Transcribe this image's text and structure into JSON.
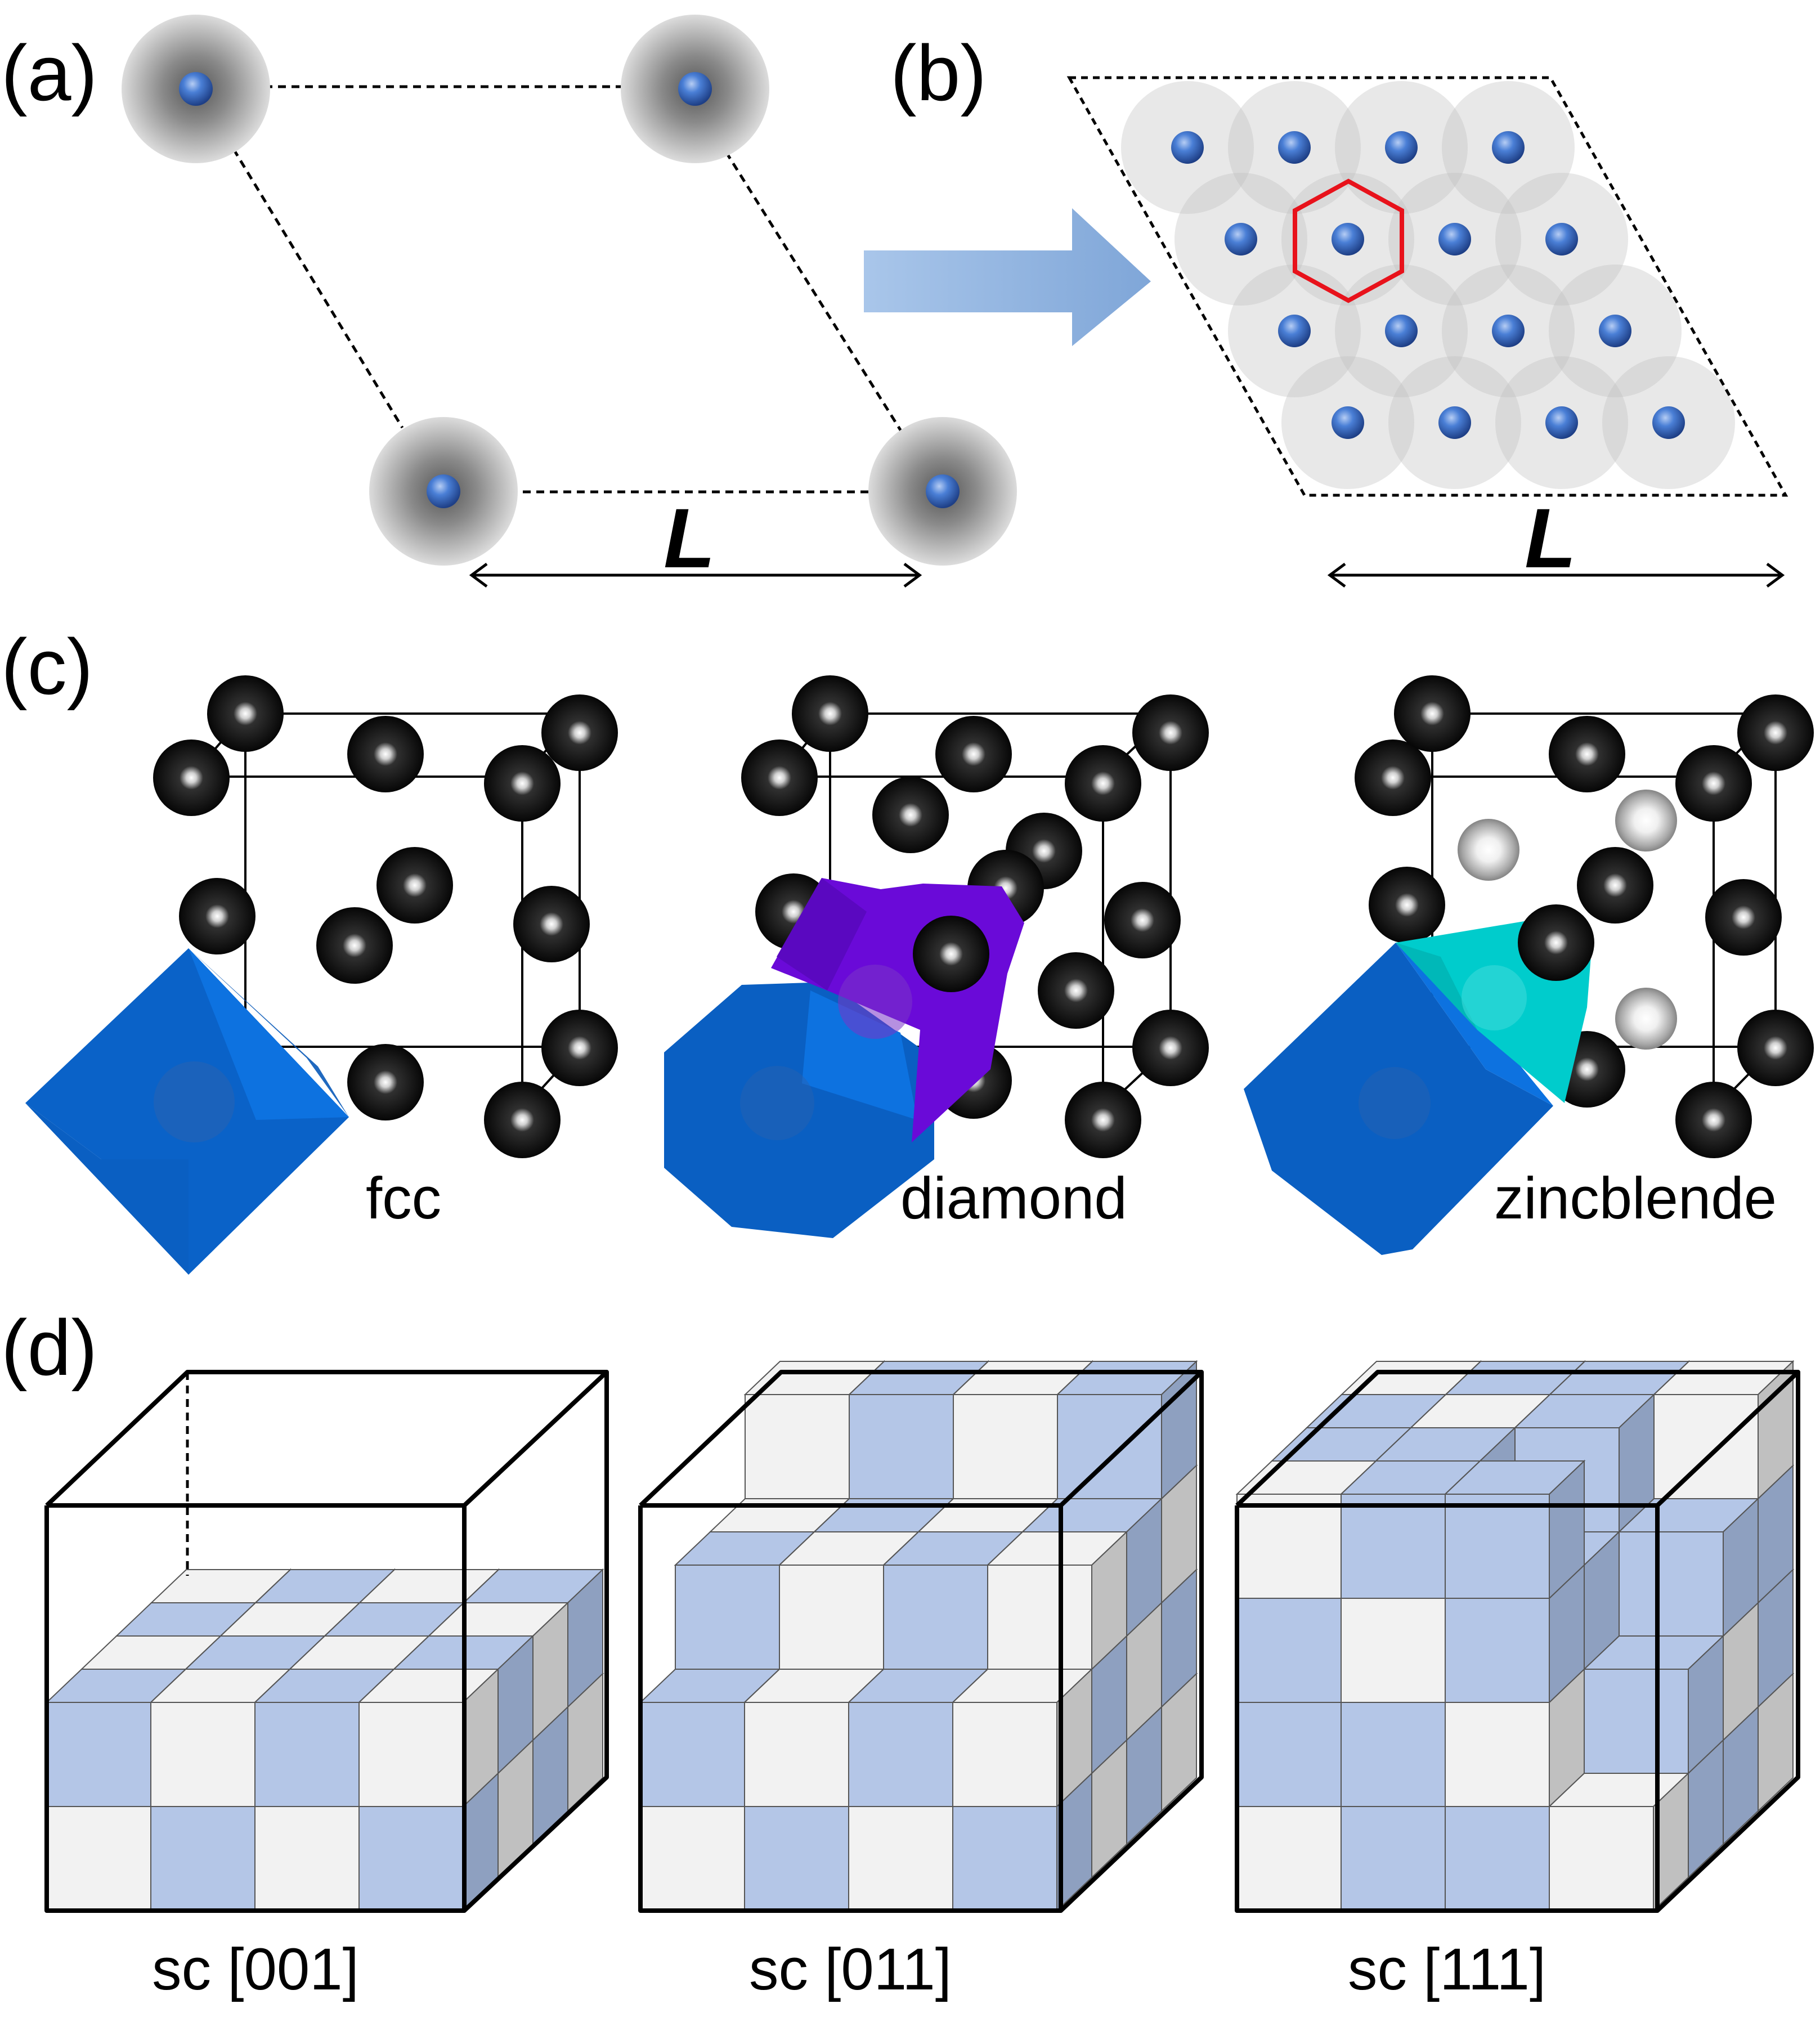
{
  "panels": {
    "a": {
      "label": "(a)",
      "length_label": "L"
    },
    "b": {
      "label": "(b)",
      "length_label": "L"
    },
    "c": {
      "label": "(c)",
      "structures": [
        "fcc",
        "diamond",
        "zincblende"
      ]
    },
    "d": {
      "label": "(d)",
      "surfaces": [
        "sc [001]",
        "sc [011]",
        "sc [111]"
      ]
    }
  },
  "colors": {
    "atom_core": "#3a6fc9",
    "hexagon": "#e8121b",
    "arrow": "#9dbde3",
    "fcc_cell": "#0a6ad8",
    "diamond_cell": "#6a0ad8",
    "zincblende_cell": "#00cccc",
    "cube_light": "#f2f2f2",
    "cube_blue": "#b4c6e7",
    "cube_side_gray": "#c0c0c0",
    "cube_side_blue": "#8ea0c0"
  }
}
